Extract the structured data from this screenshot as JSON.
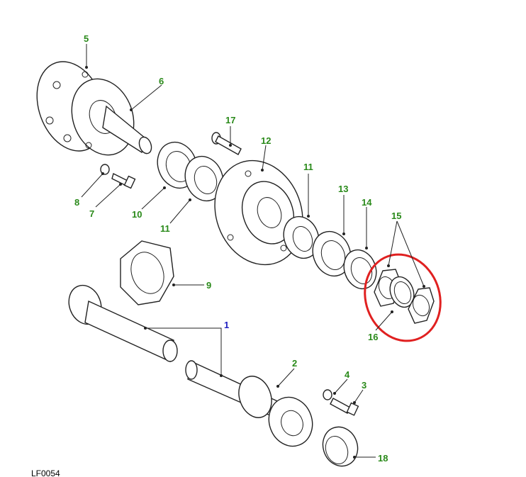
{
  "diagram": {
    "reference_code": "LF0054",
    "highlight_color": "#e02020",
    "label_color": "#2a8a1a",
    "callouts": {
      "c5": "5",
      "c6": "6",
      "c17": "17",
      "c12": "12",
      "c8": "8",
      "c7": "7",
      "c10": "10",
      "c11a": "11",
      "c11b": "11",
      "c13": "13",
      "c14": "14",
      "c15": "15",
      "c16": "16",
      "c9": "9",
      "c1": "1",
      "c2": "2",
      "c4": "4",
      "c3": "3",
      "c18": "18"
    }
  }
}
